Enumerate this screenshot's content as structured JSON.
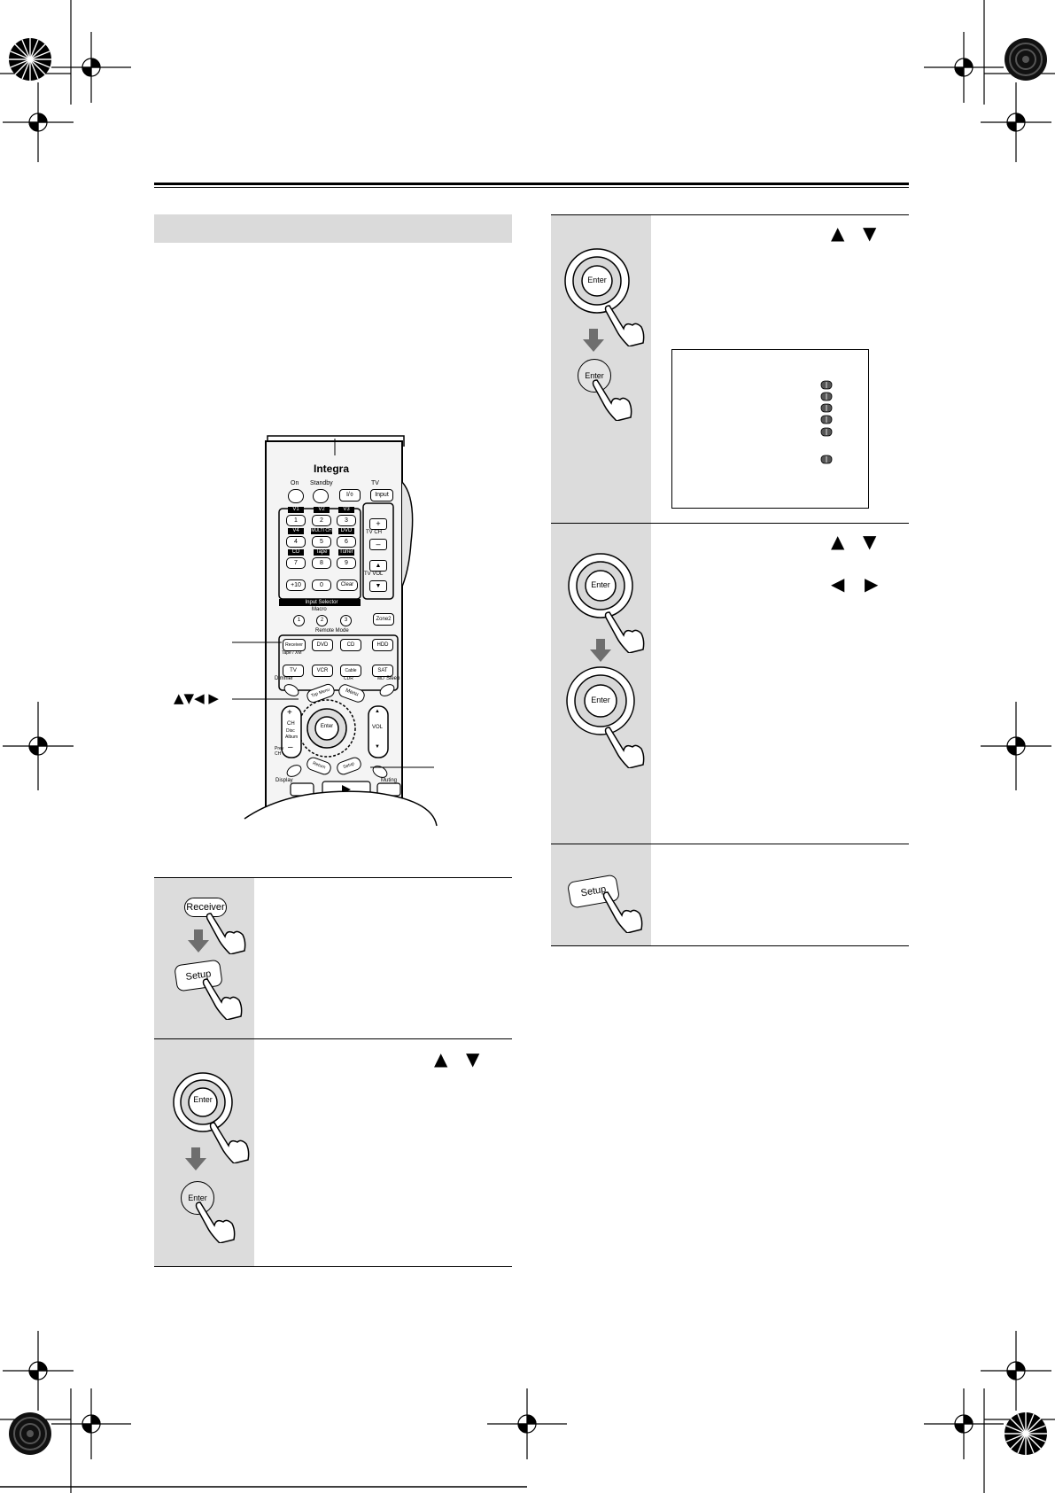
{
  "remote": {
    "brand": "Integra",
    "power": {
      "on": "On",
      "standby": "Standby"
    },
    "tv_label": "TV",
    "tv_buttons": [
      "I/⌽",
      "Input"
    ],
    "input_labels": [
      "V1",
      "V2",
      "V3",
      "V4",
      "MULTI CH",
      "DVD",
      "CD",
      "Tape",
      "Tuner"
    ],
    "number_keys": [
      "1",
      "2",
      "3",
      "4",
      "5",
      "6",
      "7",
      "8",
      "9",
      "+10",
      "0",
      "Clear"
    ],
    "side_labels": {
      "tv_ch": "TV CH",
      "tv_vol": "TV VOL"
    },
    "input_selector": "Input Selector",
    "macro": {
      "label": "Macro",
      "keys": [
        "1",
        "2",
        "3"
      ]
    },
    "zone2": "Zone2",
    "remote_mode": {
      "label": "Remote Mode",
      "row1": [
        "Receiver",
        "DVD",
        "CD",
        "HDD"
      ],
      "row2": [
        "TV",
        "VCR",
        "Cable",
        "SAT"
      ],
      "sub_labels": [
        "Tape / XM",
        "CDR",
        "MD"
      ]
    },
    "dimmer": "Dimmer",
    "sleep": "Sleep",
    "top_menu": "Top Menu",
    "menu": "Menu",
    "enter": "Enter",
    "ch_labels": [
      "CH",
      "Disc",
      "Album"
    ],
    "vol": "VOL",
    "prev_ch": "Prev CH",
    "return": "Return",
    "setup": "Setup",
    "display": "Display",
    "muting": "Muting"
  },
  "callouts": {
    "arrows": "▲▼◀ ▶"
  },
  "steps": {
    "s1": {
      "button_top": "Receiver",
      "button_bottom": "Setup"
    },
    "s2": {
      "wheel": "Enter",
      "button": "Enter",
      "arrows": [
        "▲",
        "▼"
      ]
    },
    "s3": {
      "wheel": "Enter",
      "button": "Enter",
      "arrows": [
        "▲",
        "▼"
      ]
    },
    "s4": {
      "wheel_top": "Enter",
      "wheel_bottom": "Enter",
      "arrows_ud": [
        "▲",
        "▼"
      ],
      "arrows_lr": [
        "◀",
        "▶"
      ]
    },
    "s5": {
      "button": "Setup"
    }
  }
}
